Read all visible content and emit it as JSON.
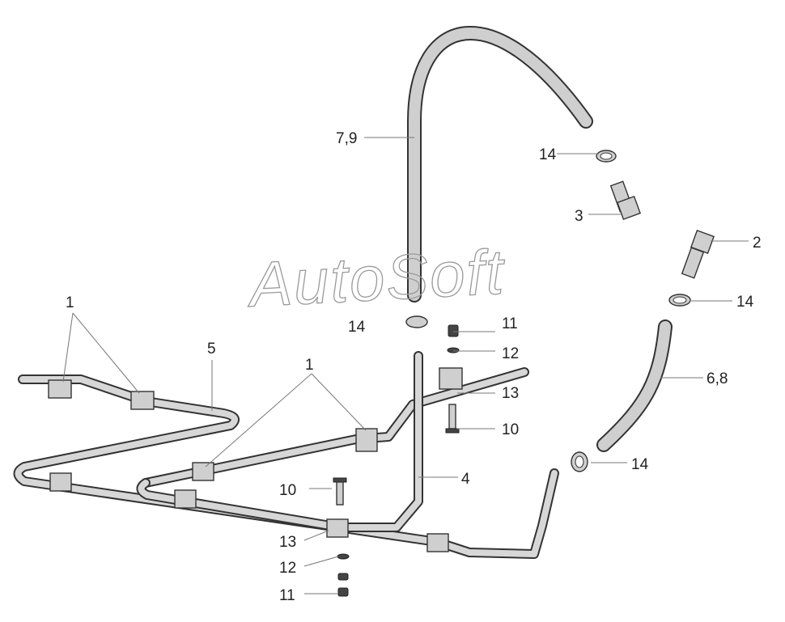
{
  "watermark": "AutoSoft",
  "callouts": [
    {
      "id": "c-7-9",
      "text": "7,9"
    },
    {
      "id": "c-14-a",
      "text": "14"
    },
    {
      "id": "c-3",
      "text": "3"
    },
    {
      "id": "c-2",
      "text": "2"
    },
    {
      "id": "c-14-b",
      "text": "14"
    },
    {
      "id": "c-14-c",
      "text": "14"
    },
    {
      "id": "c-11-a",
      "text": "11"
    },
    {
      "id": "c-12-a",
      "text": "12"
    },
    {
      "id": "c-13-a",
      "text": "13"
    },
    {
      "id": "c-6-8",
      "text": "6,8"
    },
    {
      "id": "c-10-a",
      "text": "10"
    },
    {
      "id": "c-14-d",
      "text": "14"
    },
    {
      "id": "c-1-a",
      "text": "1"
    },
    {
      "id": "c-5",
      "text": "5"
    },
    {
      "id": "c-1-b",
      "text": "1"
    },
    {
      "id": "c-4",
      "text": "4"
    },
    {
      "id": "c-10-b",
      "text": "10"
    },
    {
      "id": "c-13-b",
      "text": "13"
    },
    {
      "id": "c-12-b",
      "text": "12"
    },
    {
      "id": "c-11-b",
      "text": "11"
    }
  ]
}
